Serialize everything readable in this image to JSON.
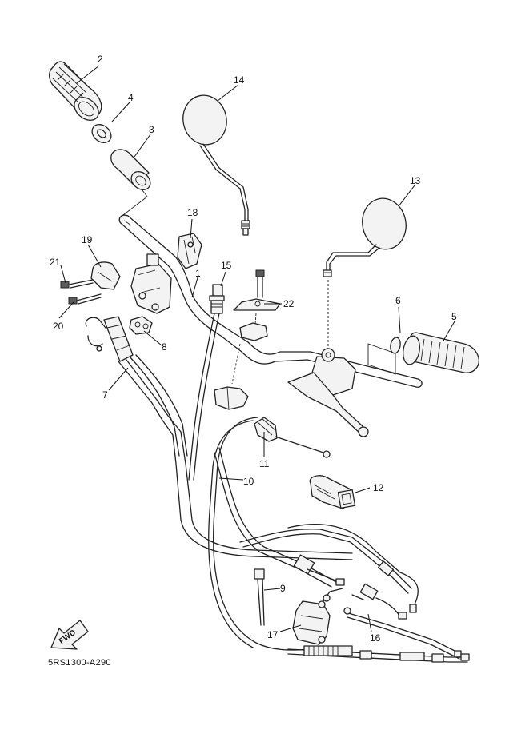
{
  "diagram": {
    "callouts": [
      "1",
      "2",
      "3",
      "4",
      "5",
      "6",
      "7",
      "8",
      "9",
      "10",
      "11",
      "12",
      "13",
      "14",
      "15",
      "16",
      "17",
      "18",
      "19",
      "20",
      "21",
      "22"
    ],
    "fwd_label": "FWD",
    "drawing_code": "5RS1300-A290"
  }
}
